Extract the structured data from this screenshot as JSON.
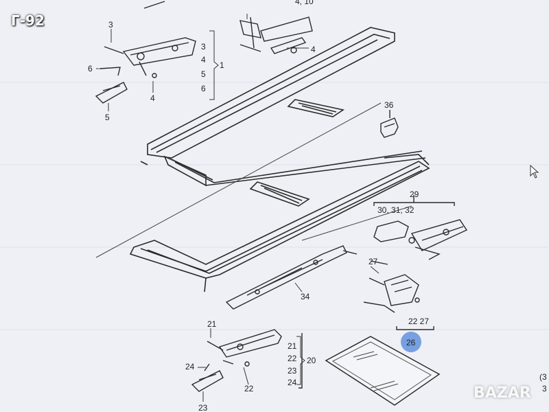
{
  "listing_tag": "Г-92",
  "watermark": "BAZAR",
  "highlight_color": "#4f86d9",
  "background_color": "#eef0f6",
  "line_color": "#2a2a2a",
  "labels": {
    "l3a": "3",
    "l4a": "4",
    "l6a": "6",
    "l4b": "4",
    "l5a": "5",
    "b3": "3",
    "b4": "4",
    "b5": "5",
    "b6": "6",
    "b1": "1",
    "l4_10": "4, 10",
    "l4c": "4",
    "l36": "36",
    "l29": "29",
    "l30_32": "30, 31, 32",
    "l27a": "27",
    "l34": "34",
    "l22_27": "22  27",
    "l26": "26",
    "l21a": "21",
    "l24": "24",
    "l23": "23",
    "l22a": "22",
    "b21": "21",
    "b22": "22",
    "b23": "23",
    "b24": "24",
    "l20": "20",
    "edge": "(3",
    "edge2": "3"
  }
}
